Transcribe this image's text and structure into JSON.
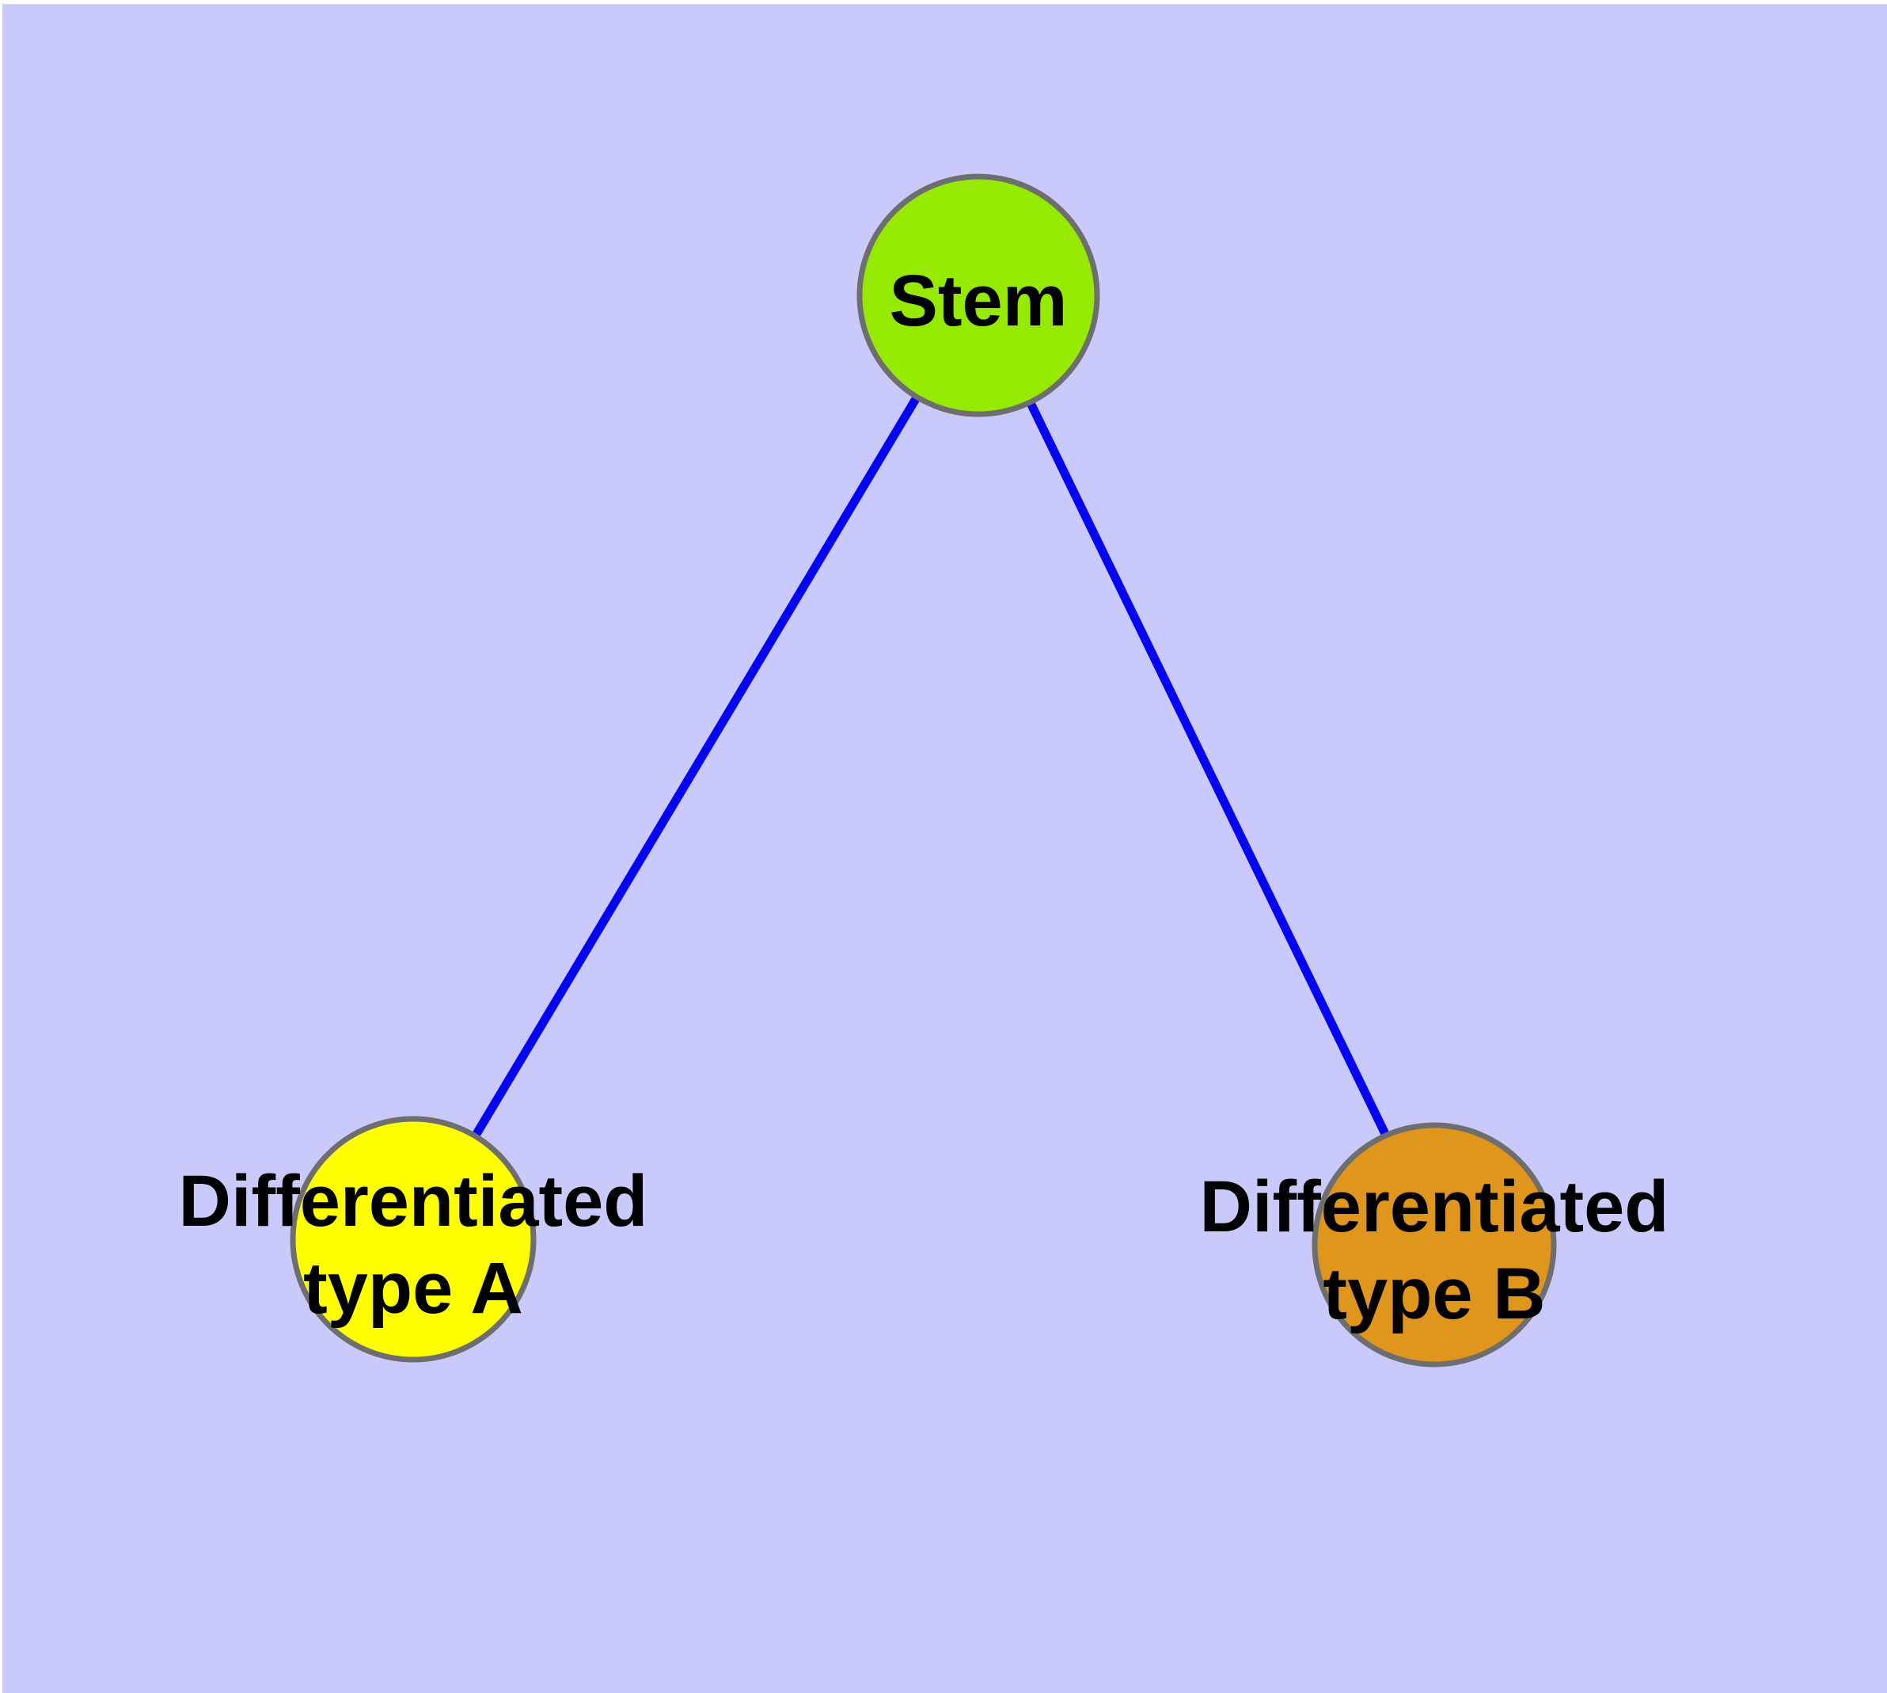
{
  "canvas": {
    "background": "#c9c9fb",
    "margin_color": "#ffffff"
  },
  "graph": {
    "edge_color": "#0404f2",
    "node_border_color": "#6e6e6e",
    "text_color": "#000000",
    "nodes": [
      {
        "id": "stem",
        "label": "Stem",
        "fill": "#95ea00"
      },
      {
        "id": "differentiated-type-a",
        "label_line1": "Differentiated",
        "label_line2": "type A",
        "fill": "#ffff00"
      },
      {
        "id": "differentiated-type-b",
        "label_line1": "Differentiated",
        "label_line2": "type B",
        "fill": "#e0951c"
      }
    ],
    "edges": [
      {
        "from": "Stem",
        "to": "Differentiated type A"
      },
      {
        "from": "Stem",
        "to": "Differentiated type B"
      }
    ]
  }
}
